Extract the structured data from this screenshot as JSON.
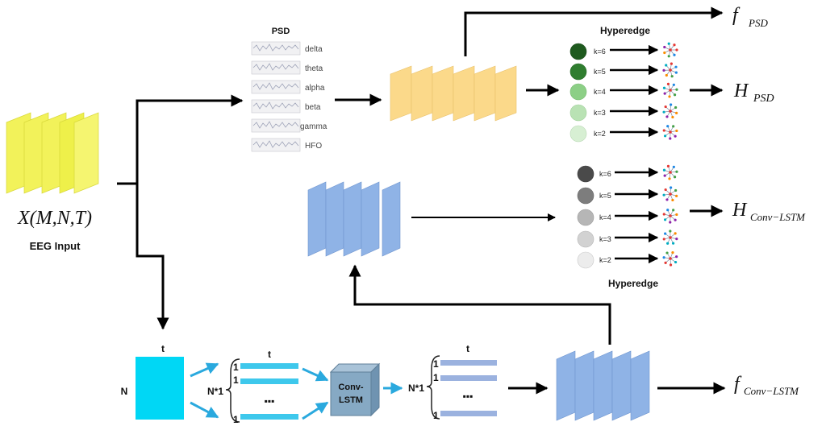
{
  "input": {
    "math": "X(M,N,T)",
    "label": "EEG Input"
  },
  "psd": {
    "title": "PSD",
    "bands": [
      "delta",
      "theta",
      "alpha",
      "beta",
      "gamma",
      "HFO"
    ]
  },
  "hyperedge_top": {
    "title": "Hyperedge",
    "k_labels": [
      "k=6",
      "k=5",
      "k=4",
      "k=3",
      "k=2"
    ],
    "colors": [
      "#1e5a1e",
      "#2f7d2f",
      "#8ccf86",
      "#b9e2b4",
      "#d7efd3"
    ]
  },
  "hyperedge_bottom": {
    "title": "Hyperedge",
    "k_labels": [
      "k=6",
      "k=5",
      "k=4",
      "k=3",
      "k=2"
    ],
    "colors": [
      "#4a4a4a",
      "#7d7d7d",
      "#b6b6b6",
      "#d2d2d2",
      "#ececec"
    ]
  },
  "outputs": {
    "f_psd_main": "f",
    "f_psd_sub": "PSD",
    "h_psd_main": "H",
    "h_psd_sub": "PSD",
    "h_conv_main": "H",
    "h_conv_sub": "Conv−LSTM",
    "f_conv_main": "f",
    "f_conv_sub": "Conv−LSTM"
  },
  "bottom": {
    "t1": "t",
    "n": "N",
    "n1_left": "N*1",
    "ones_left": [
      "1",
      "1",
      "1"
    ],
    "t2": "t",
    "dots1": "▪▪▪",
    "conv_lstm_line1": "Conv-",
    "conv_lstm_line2": "LSTM",
    "n1_right": "N*1",
    "ones_right": [
      "1",
      "1",
      "1"
    ],
    "t3": "t",
    "dots2": "▪▪▪"
  },
  "colors": {
    "yellow_layers": "#f2f25a",
    "psd_layers": "#fbd98a",
    "blue_layers": "#8fb3e6",
    "cyan_block": "#00d7f5",
    "cyan_bars": "#3ec8ec",
    "conv_block": "#86a9c4",
    "right_bars": "#9bb2df"
  }
}
